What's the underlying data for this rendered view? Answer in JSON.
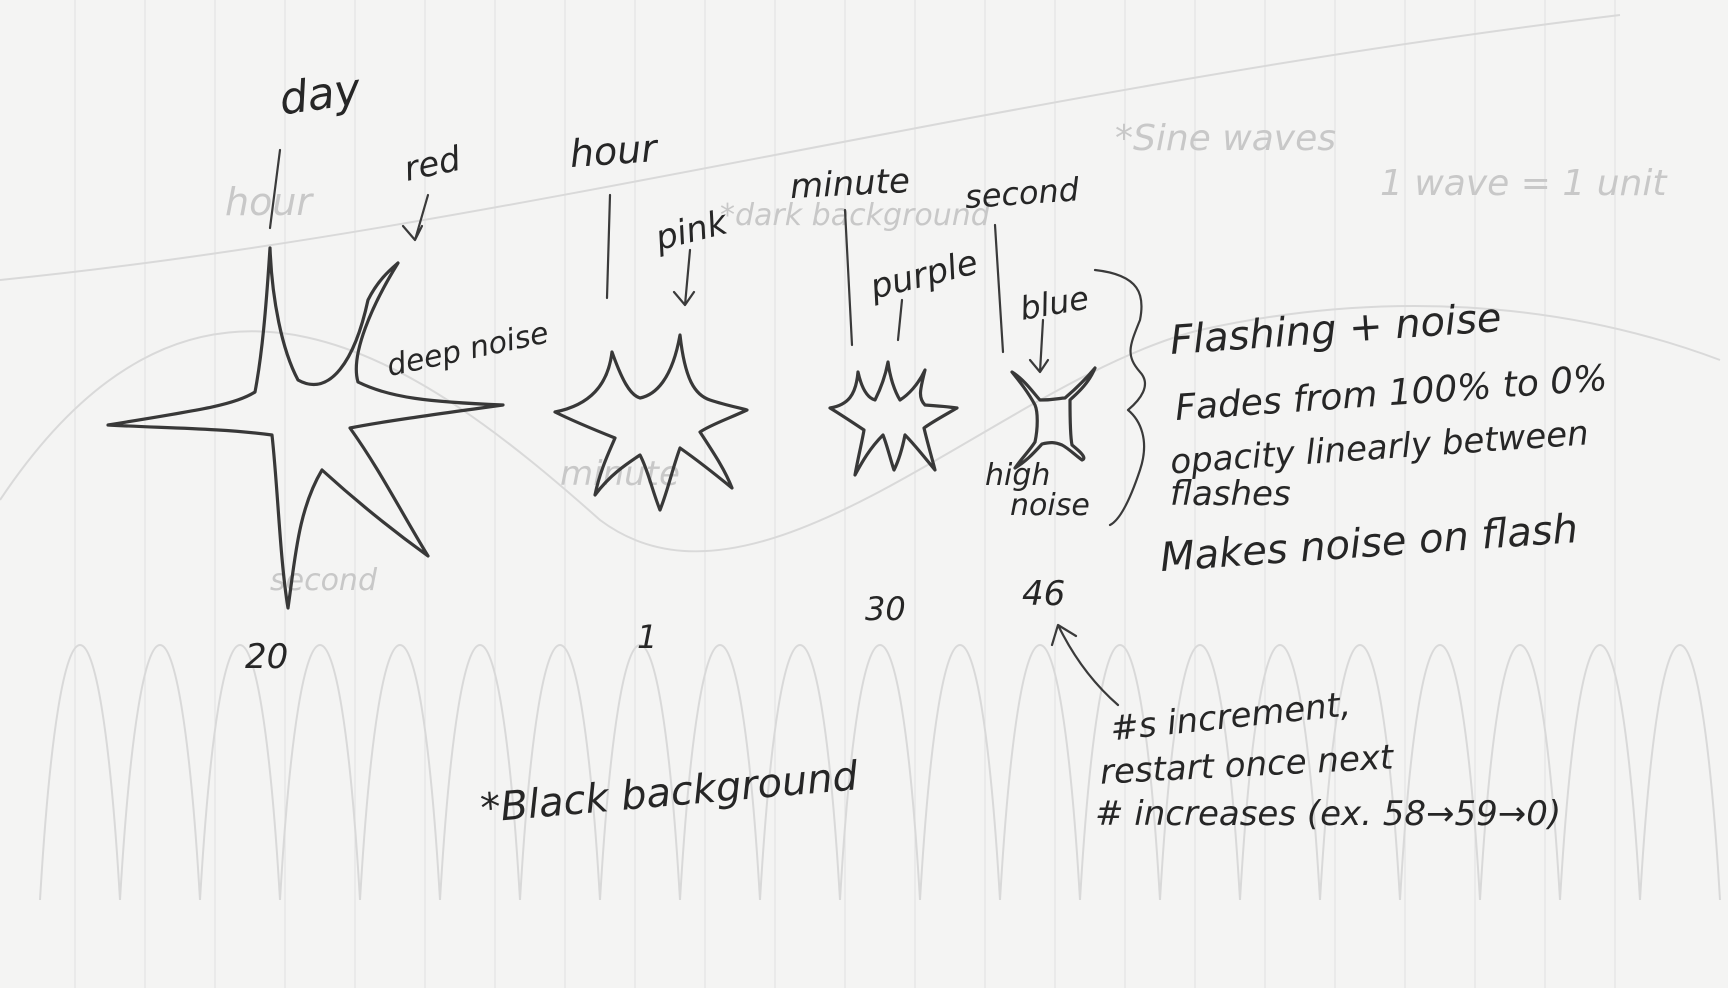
{
  "stars": [
    {
      "id": "day",
      "label": "day",
      "color_label": "red",
      "noise_label": "deep noise",
      "number": "20"
    },
    {
      "id": "hour",
      "label": "hour",
      "color_label": "pink",
      "number": "1"
    },
    {
      "id": "minute",
      "label": "minute",
      "color_label": "purple",
      "number": "30"
    },
    {
      "id": "second",
      "label": "second",
      "color_label": "blue",
      "noise_label_line1": "high",
      "noise_label_line2": "noise",
      "number": "46"
    }
  ],
  "notes": {
    "line1": "Flashing + noise",
    "line2": "Fades from 100% to 0%",
    "line3": "opacity linearly between",
    "line4": "flashes",
    "line5": "Makes noise on flash"
  },
  "increment_note": {
    "line1": "#s increment,",
    "line2": "restart once next",
    "line3": "# increases (ex. 58→59→0)"
  },
  "background_note": "*Black background",
  "ghost_notes": {
    "sine": "*Sine waves",
    "wave": "1 wave = 1 unit",
    "hour": "hour",
    "bg": "*dark background",
    "minute": "minute",
    "second": "second"
  },
  "colors": {
    "paper": "#f4f4f3",
    "ink": "#262626",
    "ghost": "#cfcfcf"
  }
}
